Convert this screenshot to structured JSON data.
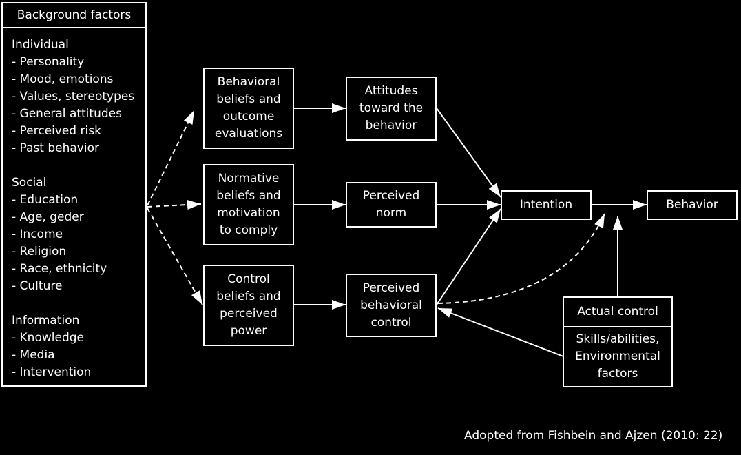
{
  "background_factors": {
    "header": "Background factors",
    "groups": [
      {
        "title": "Individual",
        "items": [
          "- Personality",
          "- Mood, emotions",
          "- Values, stereotypes",
          "- General attitudes",
          "- Perceived risk",
          "- Past behavior"
        ]
      },
      {
        "title": "Social",
        "items": [
          "- Education",
          "- Age, geder",
          "- Income",
          "- Religion",
          "- Race, ethnicity",
          "- Culture"
        ]
      },
      {
        "title": "Information",
        "items": [
          "- Knowledge",
          "- Media",
          "- Intervention"
        ]
      }
    ]
  },
  "beliefs": {
    "behavioral": "Behavioral\nbeliefs and\noutcome\nevaluations",
    "normative": "Normative\nbeliefs and\nmotivation\nto comply",
    "control": "Control\nbeliefs and\nperceived\npower"
  },
  "constructs": {
    "attitudes": "Attitudes\ntoward the\nbehavior",
    "norm": "Perceived\nnorm",
    "pbc": "Perceived\nbehavioral\ncontrol"
  },
  "intention": "Intention",
  "behavior": "Behavior",
  "actual_control": {
    "title": "Actual control",
    "body": "Skills/abilities,\nEnvironmental\nfactors"
  },
  "source_note": "Adopted from Fishbein and Ajzen (2010: 22)",
  "colors": {
    "background": "#000000",
    "foreground": "#ffffff"
  }
}
